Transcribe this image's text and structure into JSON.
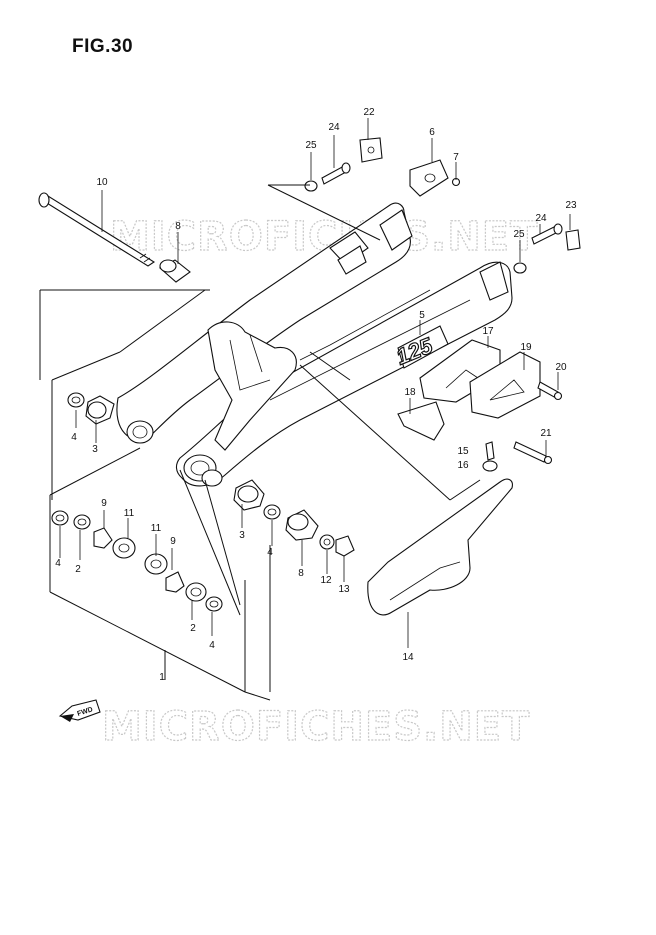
{
  "figure": {
    "title": "FIG.30"
  },
  "watermark": {
    "text": "MICROFICHES.NET"
  },
  "arm_decal": {
    "text": "125"
  },
  "fwd_arrow": {
    "text": "FWD"
  },
  "callouts": [
    {
      "id": "c1",
      "label": "1"
    },
    {
      "id": "c2a",
      "label": "2"
    },
    {
      "id": "c2b",
      "label": "2"
    },
    {
      "id": "c3a",
      "label": "3"
    },
    {
      "id": "c3b",
      "label": "3"
    },
    {
      "id": "c4a",
      "label": "4"
    },
    {
      "id": "c4b",
      "label": "4"
    },
    {
      "id": "c4c",
      "label": "4"
    },
    {
      "id": "c4d",
      "label": "4"
    },
    {
      "id": "c5",
      "label": "5"
    },
    {
      "id": "c6",
      "label": "6"
    },
    {
      "id": "c7",
      "label": "7"
    },
    {
      "id": "c8a",
      "label": "8"
    },
    {
      "id": "c8b",
      "label": "8"
    },
    {
      "id": "c9a",
      "label": "9"
    },
    {
      "id": "c9b",
      "label": "9"
    },
    {
      "id": "c10",
      "label": "10"
    },
    {
      "id": "c11a",
      "label": "11"
    },
    {
      "id": "c11b",
      "label": "11"
    },
    {
      "id": "c12",
      "label": "12"
    },
    {
      "id": "c13",
      "label": "13"
    },
    {
      "id": "c14",
      "label": "14"
    },
    {
      "id": "c15",
      "label": "15"
    },
    {
      "id": "c16",
      "label": "16"
    },
    {
      "id": "c17",
      "label": "17"
    },
    {
      "id": "c18",
      "label": "18"
    },
    {
      "id": "c19",
      "label": "19"
    },
    {
      "id": "c20",
      "label": "20"
    },
    {
      "id": "c21",
      "label": "21"
    },
    {
      "id": "c22",
      "label": "22"
    },
    {
      "id": "c23",
      "label": "23"
    },
    {
      "id": "c24a",
      "label": "24"
    },
    {
      "id": "c24b",
      "label": "24"
    },
    {
      "id": "c25a",
      "label": "25"
    },
    {
      "id": "c25b",
      "label": "25"
    }
  ]
}
